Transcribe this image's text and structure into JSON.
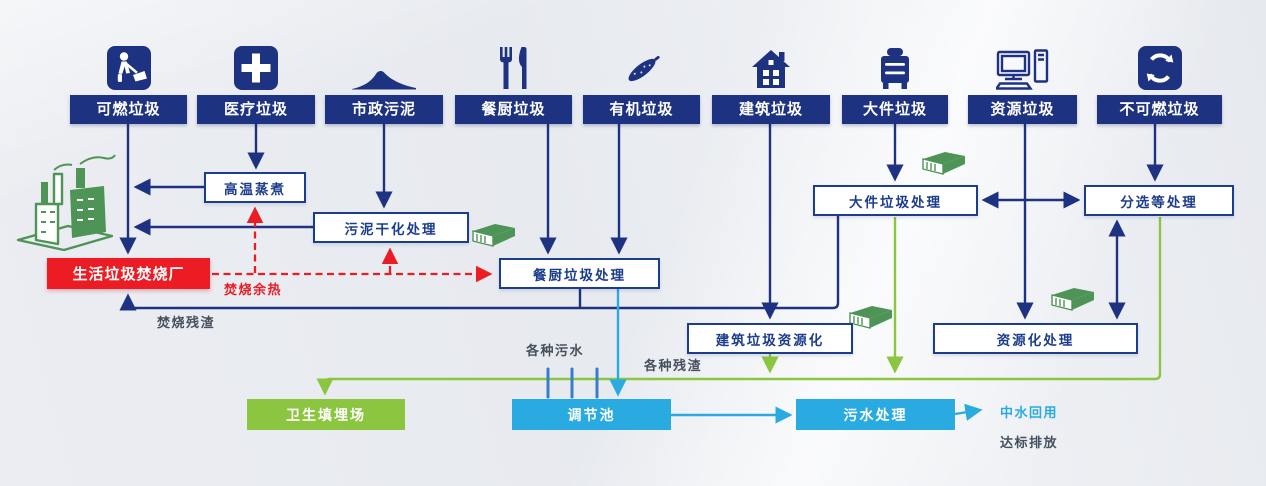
{
  "colors": {
    "navy": "#1E3282",
    "box_border": "#1C3C8C",
    "red": "#EC1C24",
    "green": "#8CC540",
    "cyan": "#29ABE2",
    "tick_blue": "#3B7CC9",
    "slate_text": "#46505E",
    "icon_green": "#4E9456"
  },
  "sources": [
    {
      "label": "可燃垃圾",
      "icon": "sweeper-icon"
    },
    {
      "label": "医疗垃圾",
      "icon": "medical-cross-icon"
    },
    {
      "label": "市政污泥",
      "icon": "sludge-icon"
    },
    {
      "label": "餐厨垃圾",
      "icon": "fork-knife-icon"
    },
    {
      "label": "有机垃圾",
      "icon": "cucumber-icon"
    },
    {
      "label": "建筑垃圾",
      "icon": "house-icon"
    },
    {
      "label": "大件垃圾",
      "icon": "furniture-icon"
    },
    {
      "label": "资源垃圾",
      "icon": "computer-icon"
    },
    {
      "label": "不可燃垃圾",
      "icon": "recycle-icon"
    }
  ],
  "processes": {
    "steaming": "高温蒸煮",
    "sludge_drying": "污泥干化处理",
    "kitchen_treatment": "餐厨垃圾处理",
    "bulky_treatment": "大件垃圾处理",
    "sorting": "分选等处理",
    "construction_recycling": "建筑垃圾资源化",
    "resource_recovery": "资源化处理"
  },
  "incinerator": {
    "label": "生活垃圾焚烧厂"
  },
  "terminals": {
    "landfill": "卫生填埋场",
    "regulating_tank": "调节池",
    "sewage_treatment": "污水处理"
  },
  "flow_labels": {
    "incineration_heat": "焚烧余热",
    "incineration_residue": "焚烧残渣",
    "various_sewage": "各种污水",
    "various_residue": "各种残渣",
    "reclaimed_water": "中水回用",
    "standard_discharge": "达标排放"
  }
}
